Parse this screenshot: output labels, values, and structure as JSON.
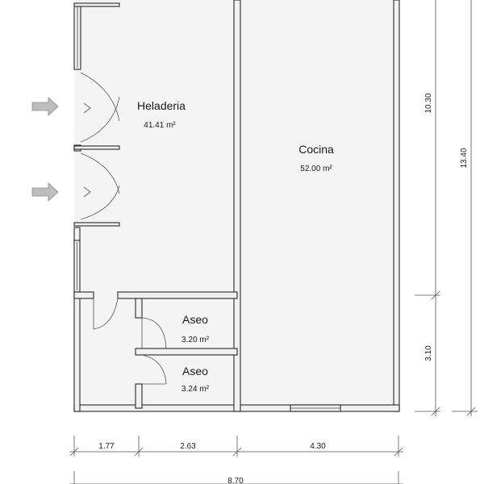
{
  "rooms": {
    "heladeria": {
      "name": "Heladeria",
      "area": "41.41 m²"
    },
    "cocina": {
      "name": "Cocina",
      "area": "52.00 m²"
    },
    "aseo_top": {
      "name": "Aseo",
      "area": "3.20 m²"
    },
    "aseo_bottom": {
      "name": "Aseo",
      "area": "3.24 m²"
    }
  },
  "dimensions": {
    "bottom": [
      "1.77",
      "2.63",
      "4.30"
    ],
    "total_width": "8.70",
    "right_upper": "10.30",
    "right_lower": "3.10",
    "total_height": "13.40"
  },
  "colors": {
    "wall": "#3a3a3a",
    "floor": "#f4f4f4",
    "arrow": "#bdbdbd"
  },
  "icons": [
    "entrance-arrow-icon",
    "entrance-arrow-icon"
  ]
}
